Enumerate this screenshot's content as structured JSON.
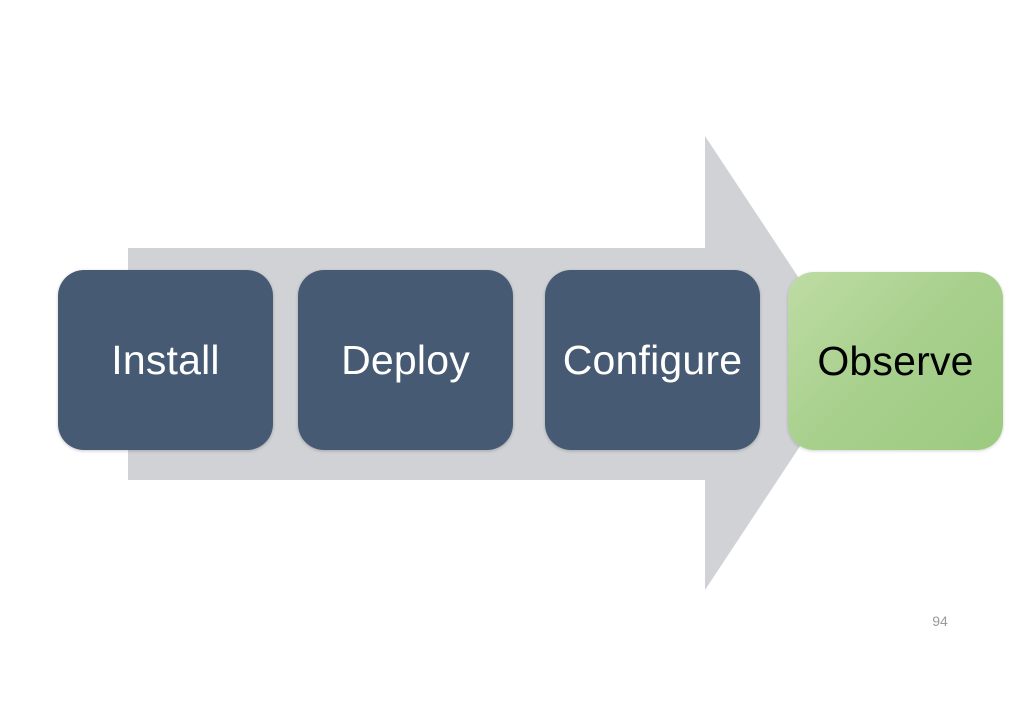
{
  "slide": {
    "background_color": "#FFFFFF",
    "page_number": "94"
  },
  "arrow": {
    "name": "right-arrow-shape",
    "fill_color": "#D0D2D5",
    "direction": "right"
  },
  "diagram": {
    "type": "process-flow",
    "title": "",
    "stages": [
      {
        "label": "Install",
        "fill_color": "#465A73",
        "text_color": "#FFFFFF",
        "state": "normal"
      },
      {
        "label": "Deploy",
        "fill_color": "#465A73",
        "text_color": "#FFFFFF",
        "state": "normal"
      },
      {
        "label": "Configure",
        "fill_color": "#465A73",
        "text_color": "#FFFFFF",
        "state": "normal"
      },
      {
        "label": "Observe",
        "fill_color": "#A8D08D",
        "text_color": "#000000",
        "state": "highlighted"
      }
    ]
  }
}
